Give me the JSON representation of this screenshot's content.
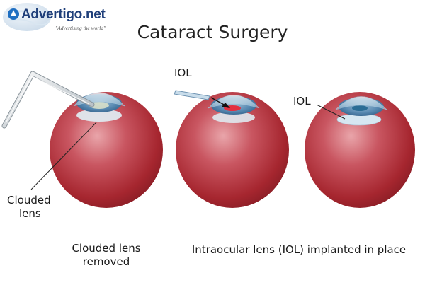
{
  "watermark": {
    "brand": "Advertigo.net",
    "slogan": "\"Advertising the world\""
  },
  "diagram": {
    "title": "Cataract Surgery",
    "labels": {
      "clouded_lens_line1": "Clouded",
      "clouded_lens_line2": "lens",
      "iol_center": "IOL",
      "iol_right": "IOL"
    },
    "captions": {
      "removed_line1": "Clouded lens",
      "removed_line2": "removed",
      "implanted": "Intraocular lens (IOL) implanted in place"
    }
  },
  "colors": {
    "eyeball": "#b3303a",
    "cornea": "#4d7fa8",
    "lens": "#cfe3ef",
    "iol_inner": "#2b6d95",
    "pupil_red": "#e23040"
  }
}
